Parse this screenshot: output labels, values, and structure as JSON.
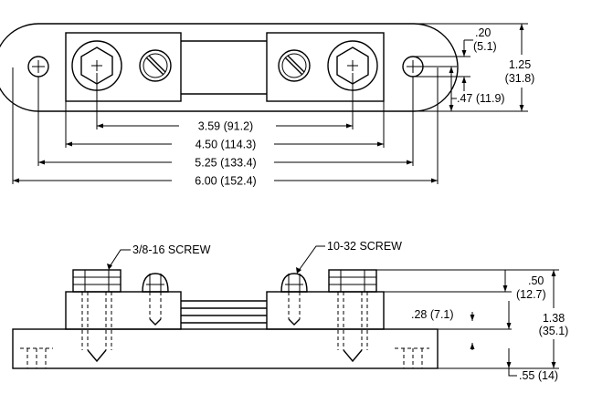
{
  "top_view": {
    "dims_horizontal": [
      {
        "label": "3.59 (91.2)"
      },
      {
        "label": "4.50 (114.3)"
      },
      {
        "label": "5.25 (133.4)"
      },
      {
        "label": "6.00 (152.4)"
      }
    ],
    "dim_hole": {
      "inch": ".20",
      "mm": "(5.1)"
    },
    "dim_height": {
      "inch": "1.25",
      "mm": "(31.8)"
    },
    "dim_hole_center": {
      "label": ".47 (11.9)"
    }
  },
  "side_view": {
    "callout_large_screw": "3/8-16 SCREW",
    "callout_small_screw": "10-32 SCREW",
    "dim_block_height": {
      "inch": ".50",
      "mm": "(12.7)"
    },
    "dim_overall_height": {
      "inch": "1.38",
      "mm": "(35.1)"
    },
    "dim_bar_height": {
      "label": ".28 (7.1)"
    },
    "dim_base_height": {
      "label": ".55 (14)"
    }
  }
}
